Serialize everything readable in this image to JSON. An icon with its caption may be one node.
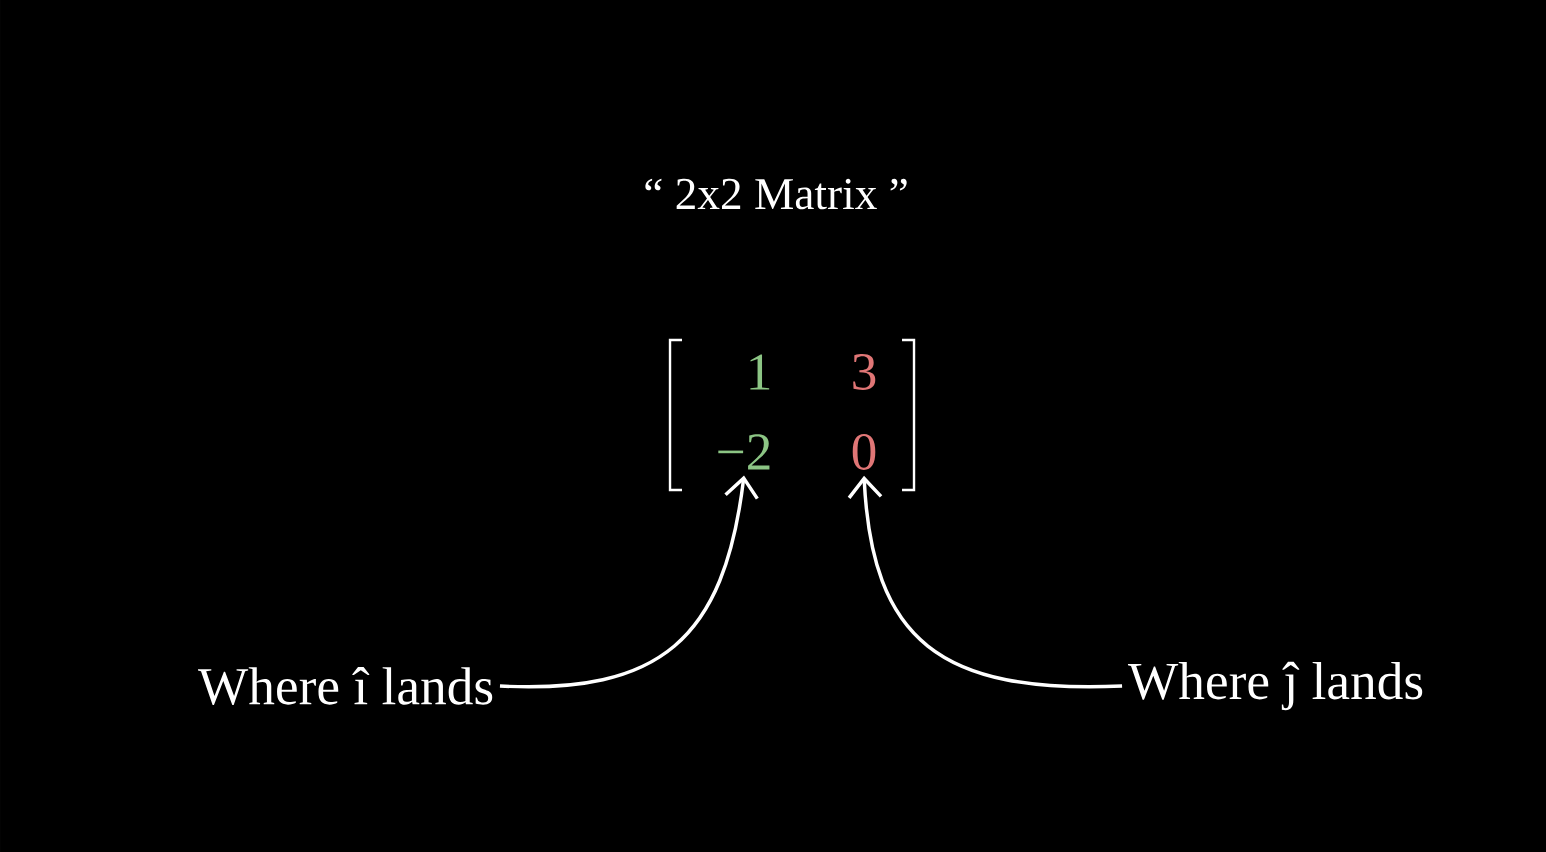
{
  "diagram": {
    "title": "“ 2x2 Matrix ”",
    "nodes": [
      {
        "text": [
          "1",
          "−2"
        ]
      },
      {
        "text": [
          "3",
          "0"
        ]
      },
      {
        "text": [
          "Where î lands"
        ]
      },
      {
        "text": [
          "Where ĵ lands"
        ]
      }
    ],
    "edges": [
      {
        "from": 2,
        "to": 0,
        "arrow": "to"
      },
      {
        "from": 3,
        "to": 1,
        "arrow": "to"
      }
    ]
  }
}
